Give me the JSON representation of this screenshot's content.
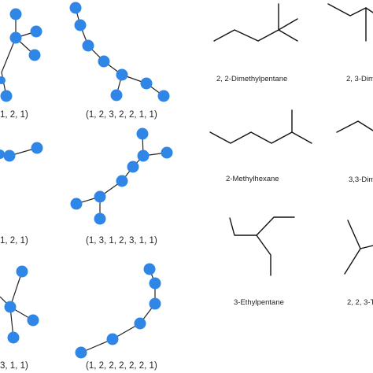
{
  "colors": {
    "node": "#2f86e6",
    "edge": "#222222",
    "bond": "#111111",
    "background": "#ffffff"
  },
  "graph_labels": [
    "1, 2, 1)",
    "(1, 2, 3, 2, 2, 1, 1)",
    "1, 2, 1)",
    "(1, 3, 1, 2, 3, 1, 1)",
    "3, 1, 1)",
    "(1, 2, 2, 2, 2, 2, 1)"
  ],
  "molecule_names": [
    "2, 2-Dimethylpentane",
    "2, 3-Dim",
    "2-Methylhexane",
    "3,3-Dim",
    "3-Ethylpentane",
    "2, 2, 3-T"
  ]
}
